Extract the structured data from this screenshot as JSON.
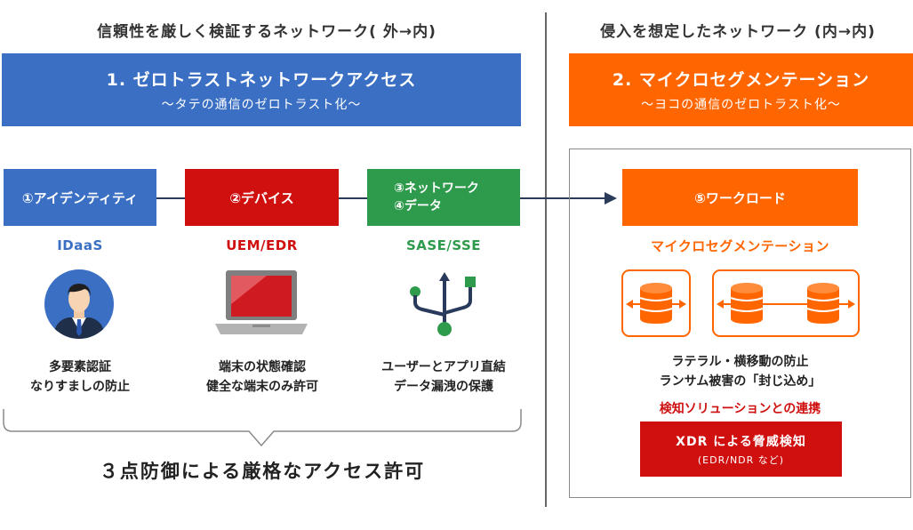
{
  "left": {
    "header": "信頼性を厳しく検証するネットワーク( 外→内)",
    "banner_title": "1. ゼロトラストネットワークアクセス",
    "banner_subtitle": "〜タテの通信のゼロトラスト化〜",
    "pillars": [
      {
        "box": "①アイデンティティ",
        "category": "IDaaS",
        "desc1": "多要素認証",
        "desc2": "なりすましの防止",
        "color": "#3a6fc4",
        "icon": "person-icon"
      },
      {
        "box": "②デバイス",
        "category": "UEM/EDR",
        "desc1": "端末の状態確認",
        "desc2": "健全な端末のみ許可",
        "color": "#d00f0f",
        "icon": "laptop-icon"
      },
      {
        "box1": "③ネットワーク",
        "box2": "④データ",
        "category": "SASE/SSE",
        "desc1": "ユーザーとアプリ直結",
        "desc2": "データ漏洩の保護",
        "color": "#2e9a4c",
        "icon": "network-icon"
      }
    ],
    "conclusion": "３点防御による厳格なアクセス許可"
  },
  "right": {
    "header": "侵入を想定したネットワーク (内→内)",
    "banner_title": "2. マイクロセグメンテーション",
    "banner_subtitle": "〜ヨコの通信のゼロトラスト化〜",
    "workload_box": "⑤ワークロード",
    "category": "マイクロセグメンテーション",
    "desc1": "ラテラル・横移動の防止",
    "desc2": "ランサム被害の「封じ込め」",
    "integration": "検知ソリューションとの連携",
    "xdr_title": "XDR による脅威検知",
    "xdr_subtitle": "(EDR/NDR など)",
    "color": "#ff6600"
  }
}
